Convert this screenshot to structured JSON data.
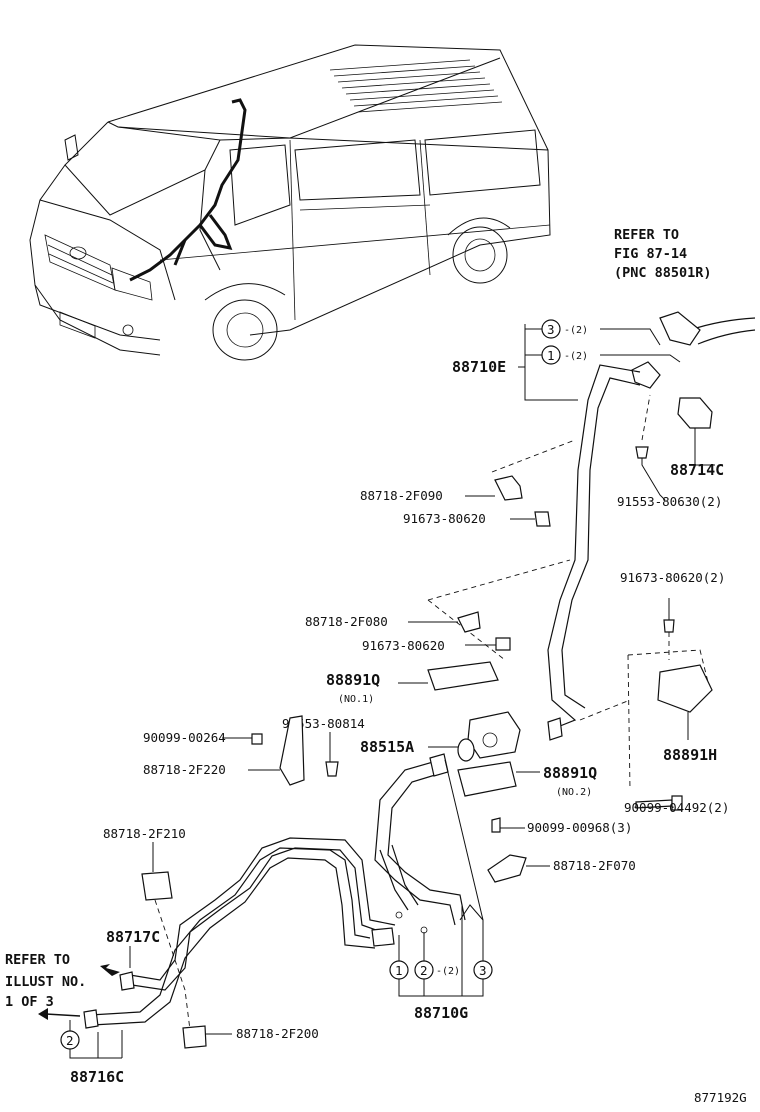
{
  "figure_id": "877192G",
  "refer_top": [
    "REFER TO",
    "FIG 87-14",
    "(PNC 88501R)"
  ],
  "refer_left": [
    "REFER TO",
    "ILLUST NO.",
    "1 OF 3"
  ],
  "parts": {
    "p88710E": "88710E",
    "p88714C": "88714C",
    "p91553_80630": "91553-80630(2)",
    "p88718_2F090": "88718-2F090",
    "p91673_80620_a": "91673-80620",
    "p91673_80620_b": "91673-80620(2)",
    "p88718_2F080": "88718-2F080",
    "p91673_80620_c": "91673-80620",
    "p88891Q_a": "88891Q",
    "p88891Q_a_note": "(NO.1)",
    "p91553_80814": "91553-80814",
    "p90099_00264": "90099-00264",
    "p88515A": "88515A",
    "p88891Q_b": "88891Q",
    "p88891Q_b_note": "(NO.2)",
    "p88891H": "88891H",
    "p88718_2F220": "88718-2F220",
    "p90099_04492": "90099-04492(2)",
    "p90099_00968": "90099-00968(3)",
    "p88718_2F210": "88718-2F210",
    "p88718_2F070": "88718-2F070",
    "p88717C": "88717C",
    "p88710G": "88710G",
    "p88718_2F200": "88718-2F200",
    "p88716C": "88716C"
  },
  "callouts": {
    "c3_top": "3",
    "c3_top_qty": "-(2)",
    "c1_top": "1",
    "c1_top_qty": "-(2)",
    "c1_bot": "1",
    "c2_bot": "2",
    "c2_bot_qty": "-(2)",
    "c3_bot": "3",
    "c2_left": "2"
  }
}
